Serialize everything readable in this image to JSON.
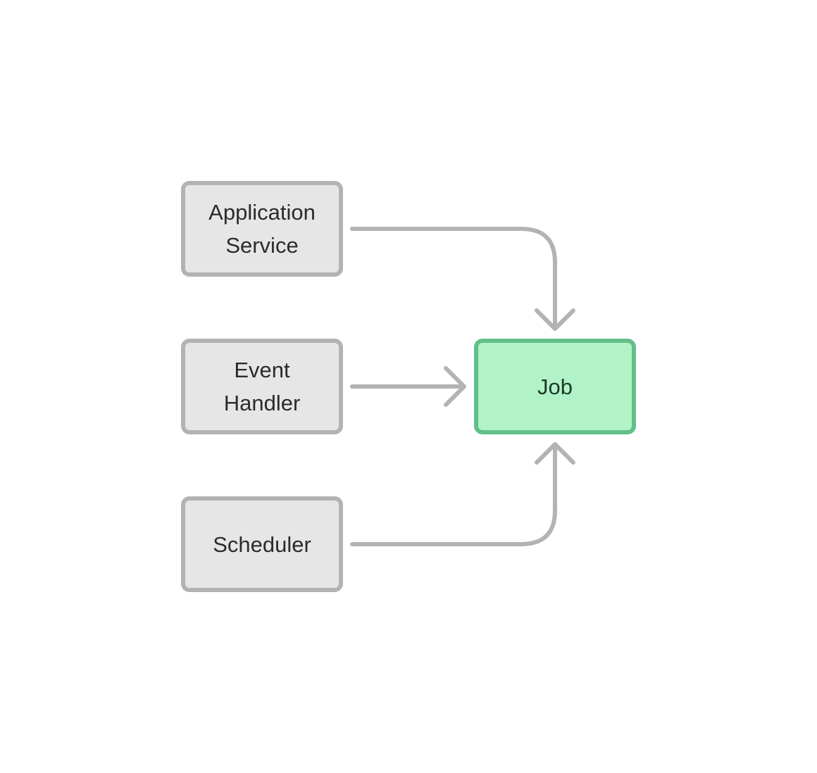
{
  "diagram": {
    "nodes": {
      "application_service": {
        "label": "Application\nService"
      },
      "event_handler": {
        "label": "Event\nHandler"
      },
      "scheduler": {
        "label": "Scheduler"
      },
      "job": {
        "label": "Job"
      }
    },
    "edges": [
      {
        "from": "Application Service",
        "to": "Job"
      },
      {
        "from": "Event Handler",
        "to": "Job"
      },
      {
        "from": "Scheduler",
        "to": "Job"
      }
    ],
    "colors": {
      "source_fill": "#e6e6e6",
      "source_border": "#b3b3b3",
      "target_fill": "#b1f3c7",
      "target_border": "#63bf88",
      "edge": "#b3b3b3"
    }
  }
}
